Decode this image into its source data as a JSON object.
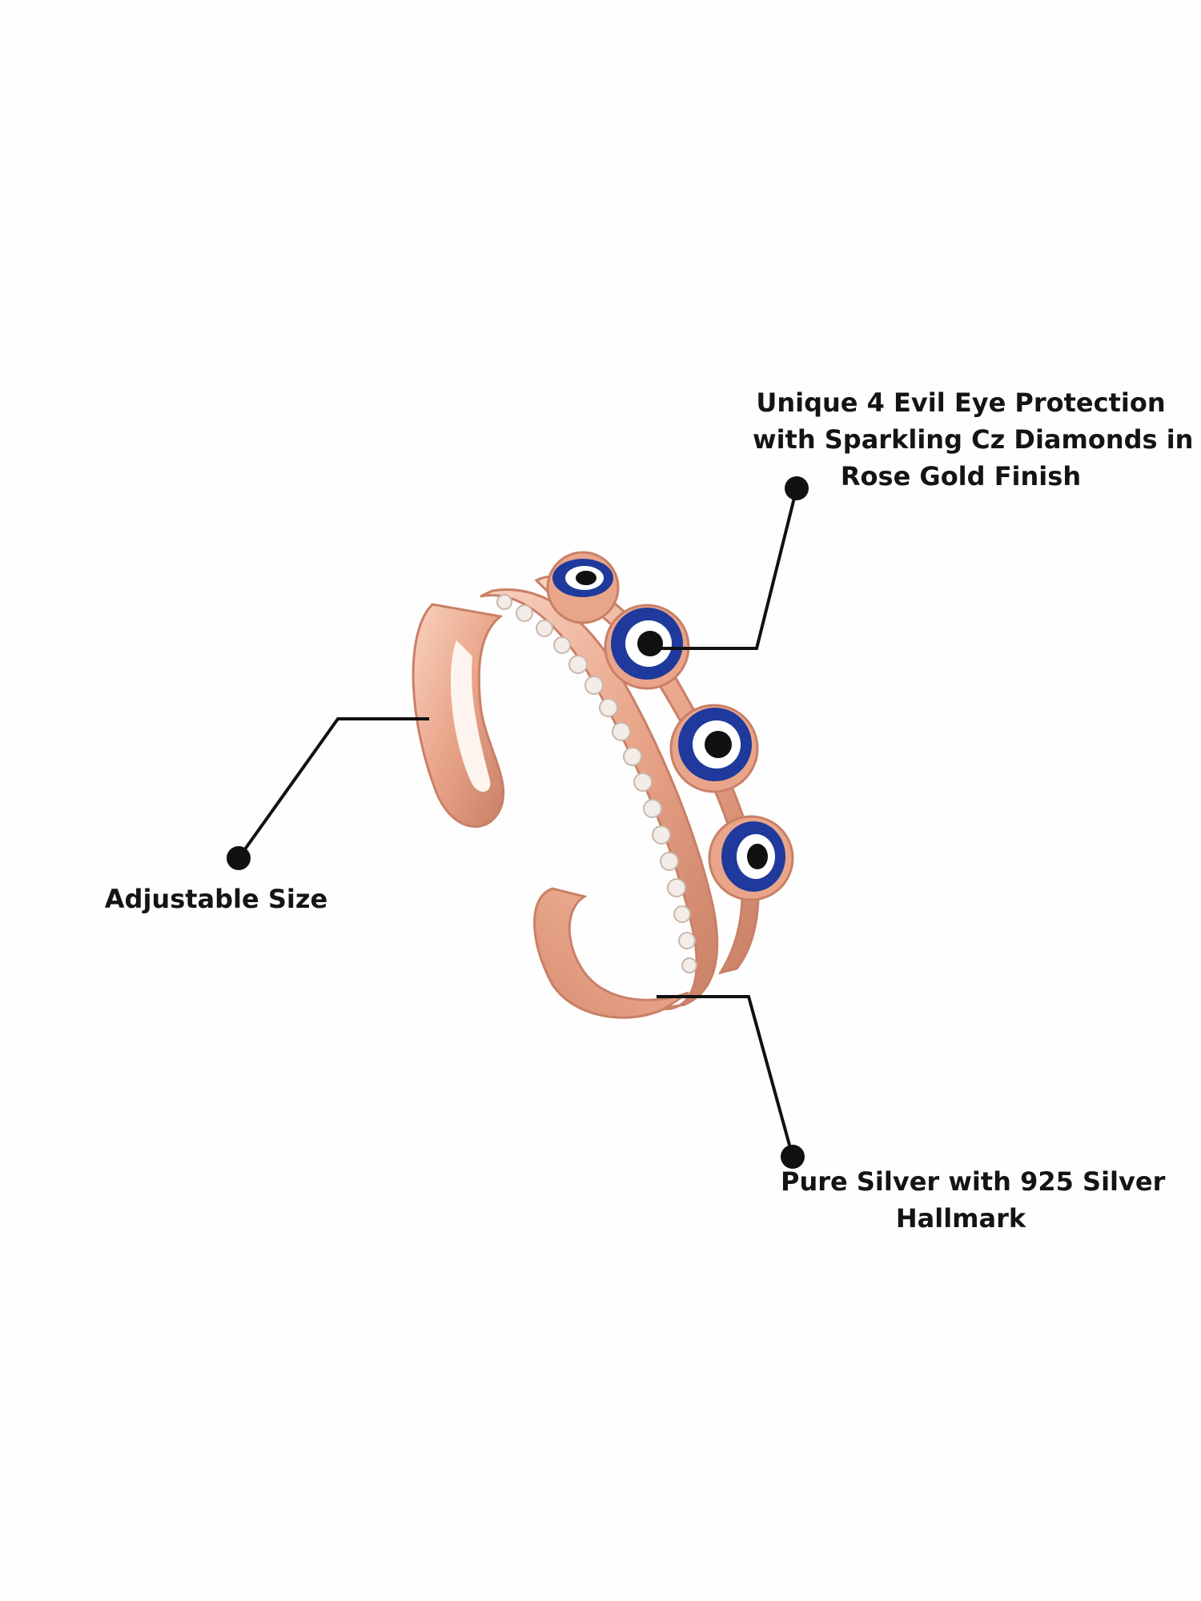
{
  "callouts": {
    "top": {
      "lines": [
        "Unique 4 Evil Eye Protection",
        "with Sparkling Cz Diamonds in",
        "Rose Gold Finish"
      ]
    },
    "left": {
      "lines": [
        "Adjustable Size"
      ]
    },
    "bottom": {
      "lines": [
        "Pure Silver with 925 Silver",
        "Hallmark"
      ]
    }
  },
  "colors": {
    "background": "#fefefe",
    "text": "#141414",
    "rose_gold": "#e9a58a",
    "rose_gold_light": "#f8cdb8",
    "rose_gold_dark": "#c98066",
    "evil_eye_blue": "#1f3a9c",
    "zircon": "#f3ece7"
  },
  "icons": [
    "evil-eye-charm",
    "callout-dot"
  ]
}
